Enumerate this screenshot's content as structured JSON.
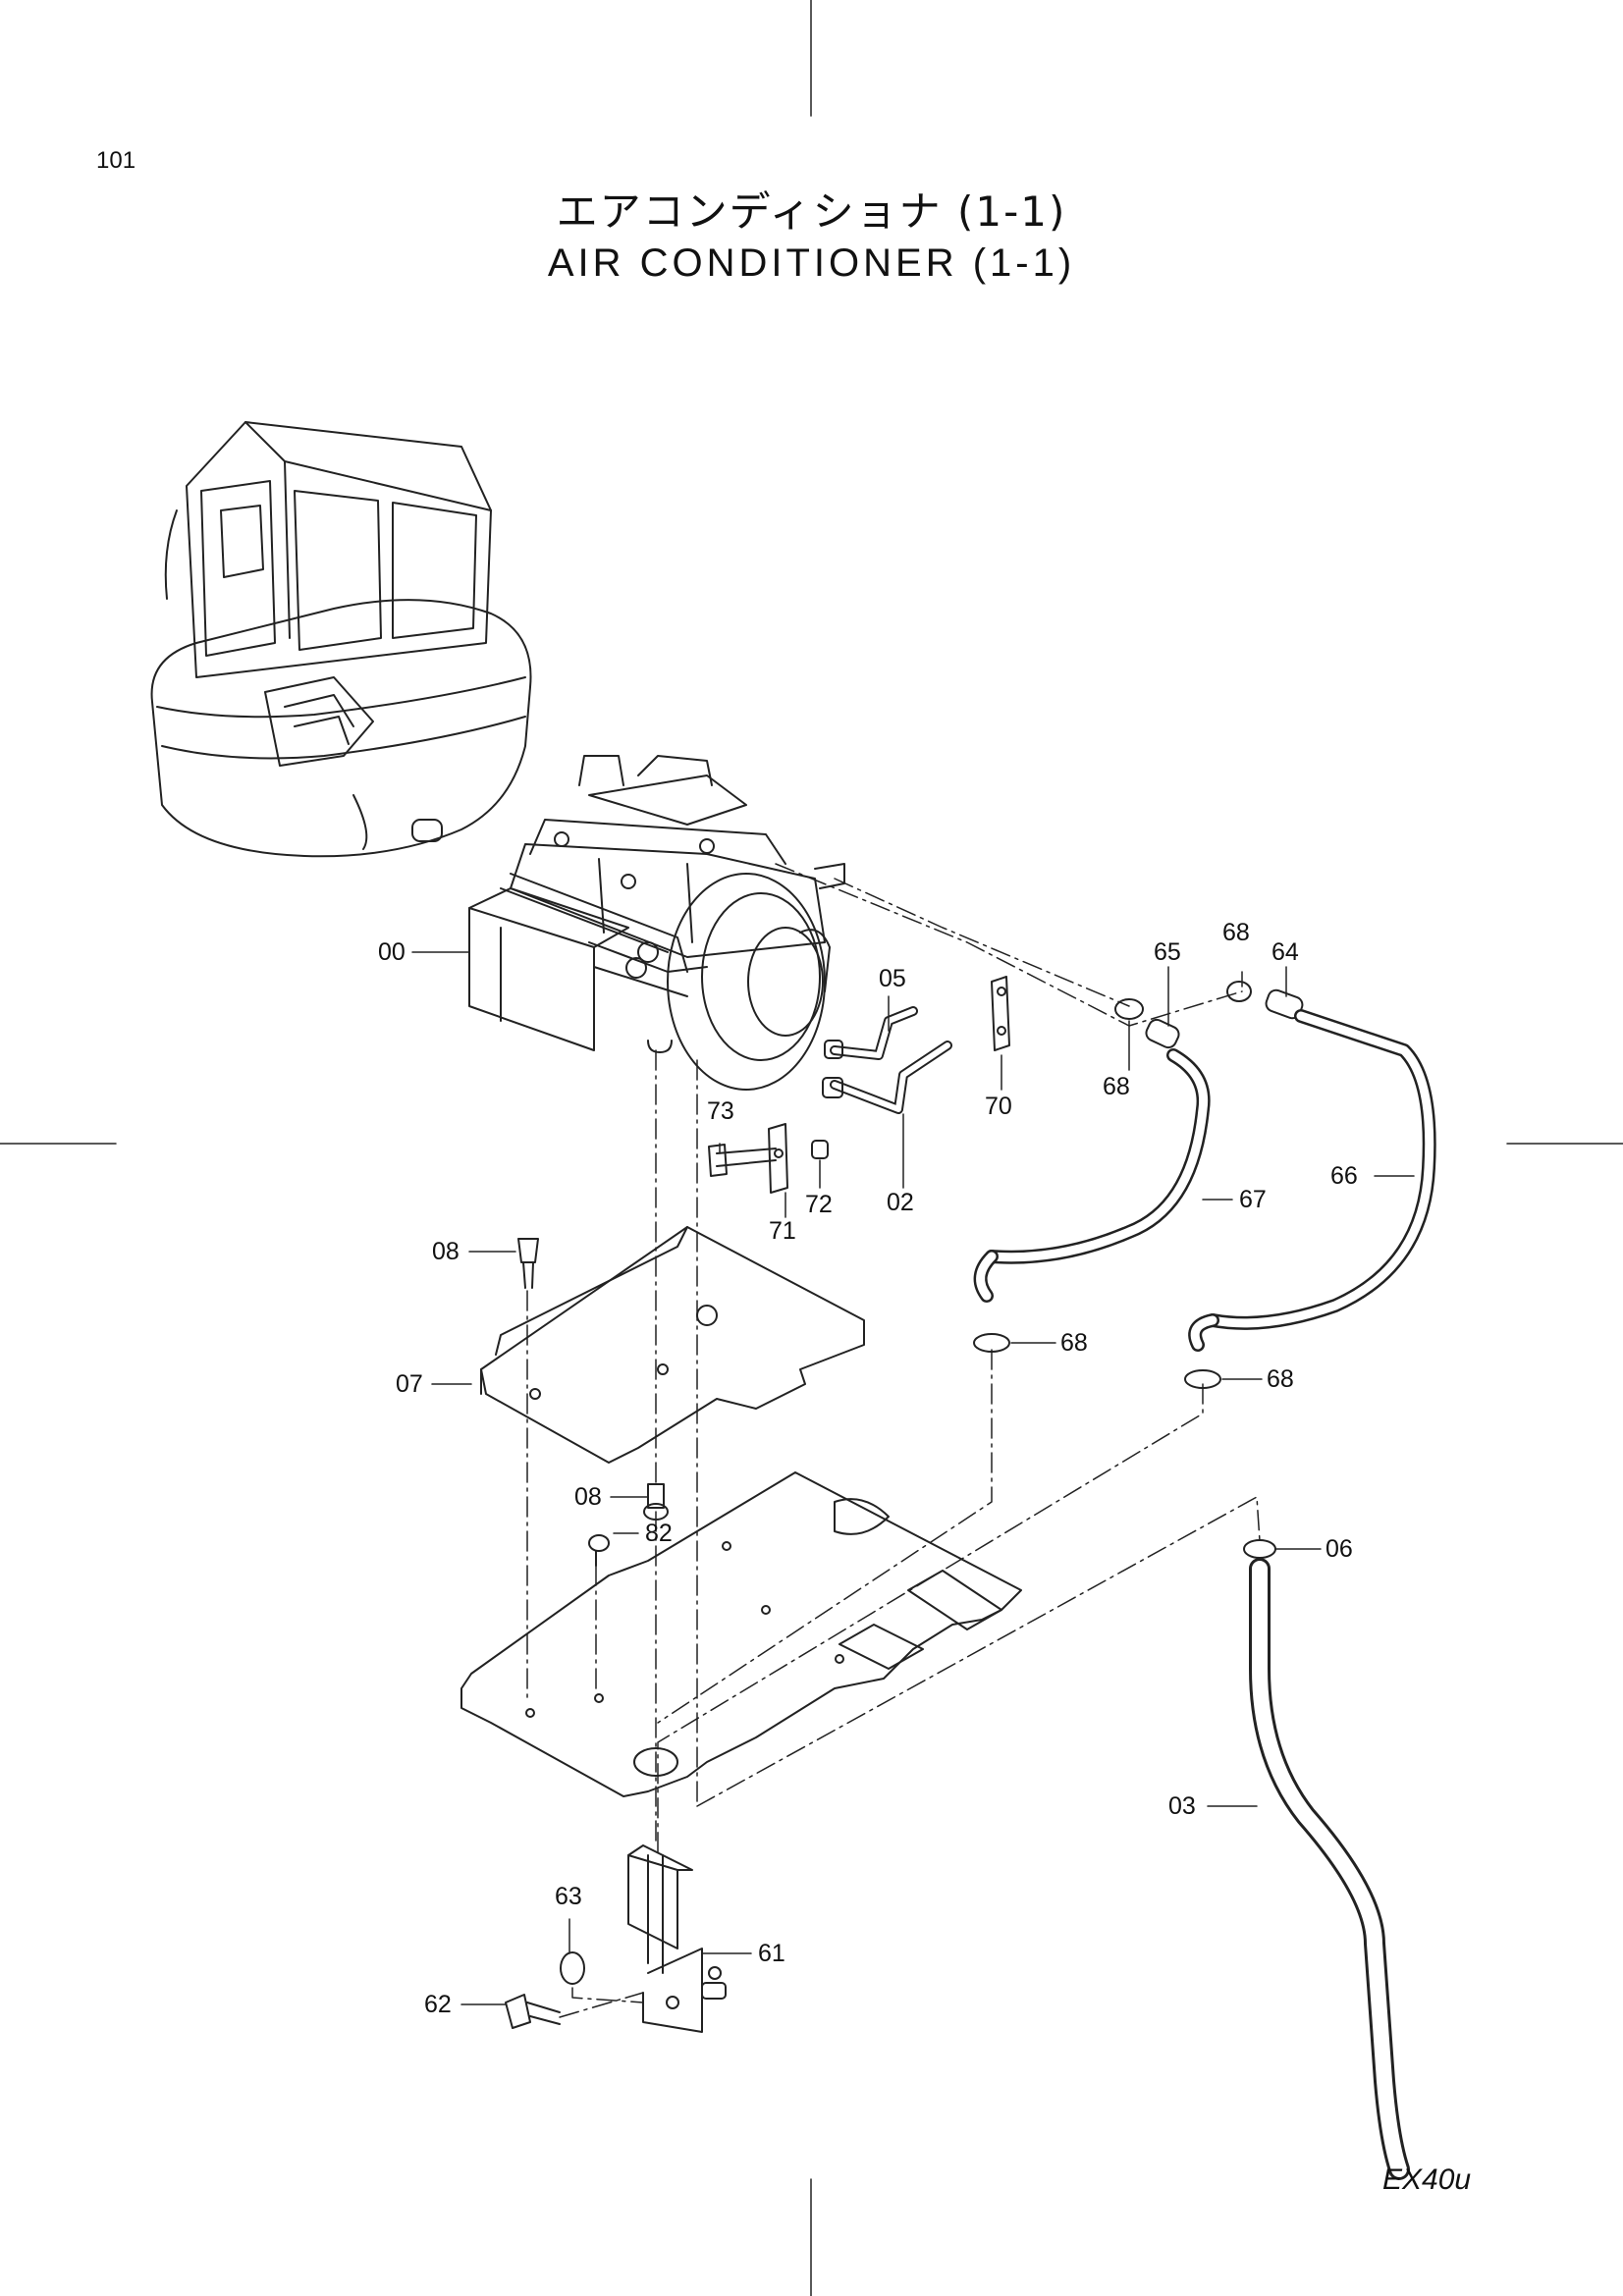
{
  "page_number": "101",
  "title_jp": "エアコンディショナ (1-1)",
  "title_en": "AIR CONDITIONER (1-1)",
  "model": "EX40u",
  "part_labels": {
    "p00": "00",
    "p02": "02",
    "p03": "03",
    "p05": "05",
    "p06": "06",
    "p07": "07",
    "p08a": "08",
    "p08b": "08",
    "p61": "61",
    "p62": "62",
    "p63": "63",
    "p64": "64",
    "p65": "65",
    "p66": "66",
    "p67": "67",
    "p68a": "68",
    "p68b": "68",
    "p68c": "68",
    "p68d": "68",
    "p70": "70",
    "p71": "71",
    "p72": "72",
    "p73": "73",
    "p82": "82"
  }
}
